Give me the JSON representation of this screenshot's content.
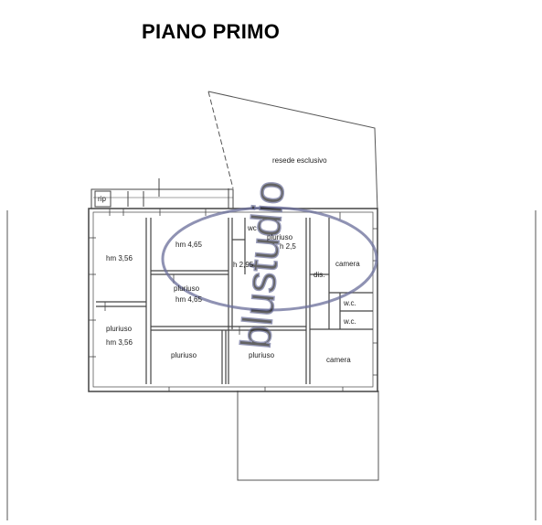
{
  "title": "PIANO PRIMO",
  "labels": {
    "resede": "resede esclusivo",
    "rip": "rip",
    "hm_left_top": "hm 3,56",
    "hm_center_top": "hm 4,65",
    "wc_top": "wc",
    "pluriuso_top_right": "pluriuso",
    "h_top_right": "h 2,5",
    "h_center": "h 2,95",
    "pluriuso_center": "pluriuso",
    "hm_center_mid": "hm 4,65",
    "pluriuso_left": "pluriuso",
    "hm_left_bottom": "hm 3,56",
    "pluriuso_bottom_1": "pluriuso",
    "pluriuso_bottom_2": "pluriuso",
    "dis": "dis.",
    "camera_top": "camera",
    "wc_1": "w.c.",
    "wc_2": "w.c.",
    "camera_bottom": "camera"
  },
  "watermark": {
    "text": "blustudio",
    "color": "#6a6e9a"
  }
}
